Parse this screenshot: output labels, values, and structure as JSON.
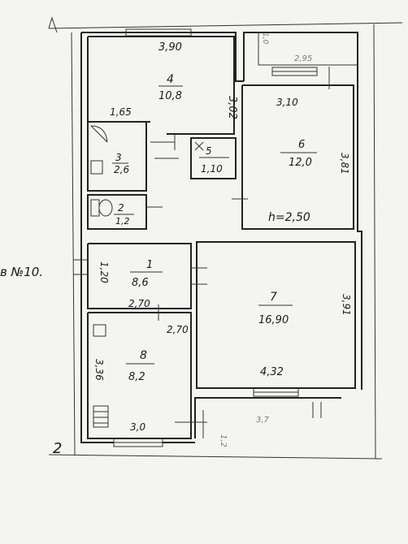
{
  "rooms": [
    {
      "id": "4",
      "area": "10,8"
    },
    {
      "id": "3",
      "area": "2,6"
    },
    {
      "id": "5",
      "area": "1,10"
    },
    {
      "id": "2",
      "area": "1,2"
    },
    {
      "id": "6",
      "area": "12,0"
    },
    {
      "id": "1",
      "area": "8,6"
    },
    {
      "id": "7",
      "area": "16,90"
    },
    {
      "id": "8",
      "area": "8,2"
    }
  ],
  "dimensions": {
    "d390": "3,90",
    "d302": "3,02",
    "d165": "1,65",
    "d310": "3,10",
    "d381": "3,81",
    "d120": "1,20",
    "d270a": "2,70",
    "d270b": "2,70",
    "d391": "3,91",
    "d382": "4,32",
    "d336": "3,36",
    "d30": "3,0",
    "d37": "3,7",
    "d12": "1,2",
    "d295": "2,95",
    "d10": "1,0"
  },
  "ceiling_height": "h=2,50",
  "side_note": "в №10.",
  "corner_label": "2"
}
